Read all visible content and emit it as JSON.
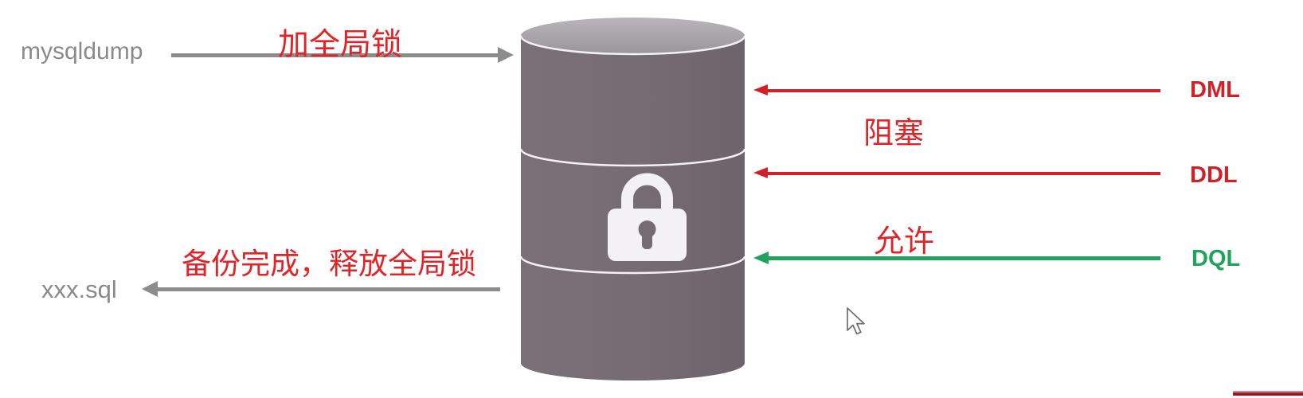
{
  "diagram": {
    "source_tool": "mysqldump",
    "output_file": "xxx.sql",
    "lock_arrow_label": "加全局锁",
    "release_arrow_label": "备份完成，释放全局锁",
    "blocked_label": "阻塞",
    "allowed_label": "允许",
    "statements": [
      {
        "name": "DML",
        "status": "blocked"
      },
      {
        "name": "DDL",
        "status": "blocked"
      },
      {
        "name": "DQL",
        "status": "allowed"
      }
    ]
  },
  "colors": {
    "arrow_red": "#cf2127",
    "text_red": "#e02428",
    "green": "#22a35c",
    "gray_text": "#8a8a8a",
    "gray_arrow": "#8d8c8d",
    "cylinder_body": "#756c73",
    "cylinder_top": "#aaa6ab",
    "lock_white": "#f3f1f3",
    "bottom_bar_red": "#a41622"
  },
  "icons": {
    "database": "database-cylinder-icon",
    "lock": "padlock-icon",
    "cursor": "mouse-pointer-icon"
  }
}
